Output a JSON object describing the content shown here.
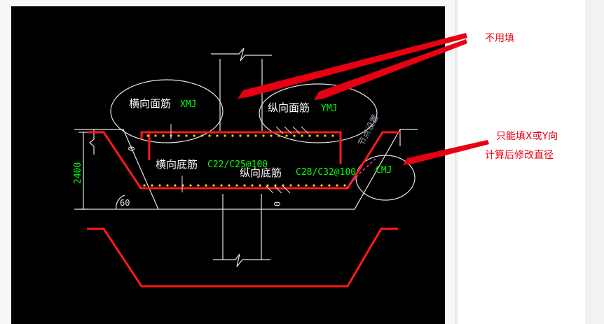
{
  "drawing": {
    "label_transverse_top": "横向面筋",
    "code_transverse_top": "XMJ",
    "label_longitudinal_top": "纵向面筋",
    "code_longitudinal_top": "YMJ",
    "label_transverse_bottom": "横向底筋",
    "spec_transverse_bottom": "C22/C25@100",
    "label_longitudinal_bottom": "纵向底筋",
    "spec_longitudinal_bottom": "C28/C32@100",
    "code_corner": "CMJ",
    "dimension_height": "2400",
    "dimension_angle": "60",
    "dimension_zero_left": "0",
    "dimension_zero_bottom": "0",
    "node_setting_text": "节点设置"
  },
  "annotations": {
    "no_fill": "不用填",
    "only_xy_line1": "只能填X或Y向",
    "only_xy_line2": "计算后修改直径"
  },
  "colors": {
    "canvas_bg": "#000000",
    "cad_white": "#e6e6e6",
    "cad_red": "#ff1a1a",
    "cad_green": "#00ff00",
    "cad_yellow": "#ffd400",
    "annotation_red": "#e60012"
  }
}
